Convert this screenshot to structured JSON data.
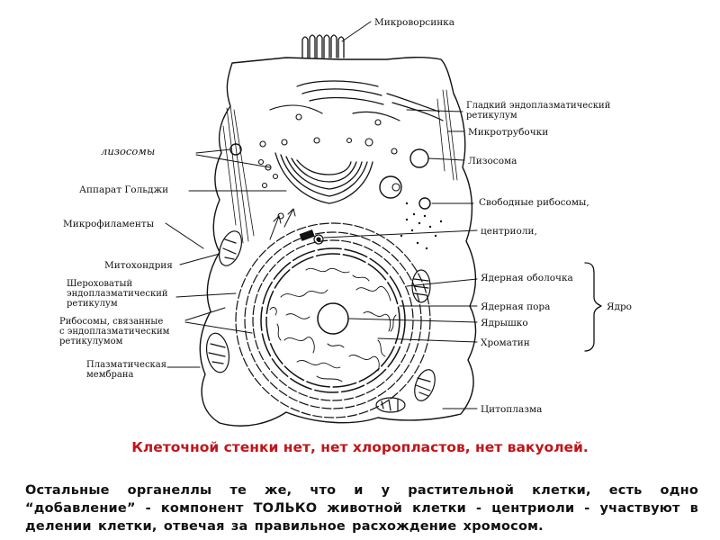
{
  "labels": {
    "microvilli": "Микроворсинка",
    "smooth_er": "Гладкий эндоплазматический ретикулум",
    "microtubules": "Микротрубочки",
    "lysosome": "Лизосома",
    "free_ribosomes": "Свободные рибосомы,",
    "centrioles": "центриоли,",
    "nuclear_envelope": "Ядерная оболочка",
    "nuclear_pore": "Ядерная пора",
    "nucleolus": "Ядрышко",
    "chromatin": "Хроматин",
    "nucleus": "Ядро",
    "cytoplasm": "Цитоплазма",
    "lysosomes": "лизосомы",
    "golgi": "Аппарат Гольджи",
    "microfilaments": "Микрофиламенты",
    "mitochondria": "Митохондрия",
    "rough_er": "Шероховатый эндоплазматический ретикулум",
    "ribosomes_er": "Рибосомы, связанные с эндоплазматическим ретикулумом",
    "plasma_membrane": "Плазматическая мембрана"
  },
  "caption": "Клеточной стенки нет, нет хлоропластов, нет вакуолей.",
  "description": "Остальные органеллы те же, что и у растительной клетки, есть одно “добавление” - компонент ТОЛЬКО животной клетки - центриоли - участвуют в делении клетки, отвечая за правильное расхождение хромосом.",
  "colors": {
    "caption": "#c1151b",
    "ink": "#111111"
  }
}
